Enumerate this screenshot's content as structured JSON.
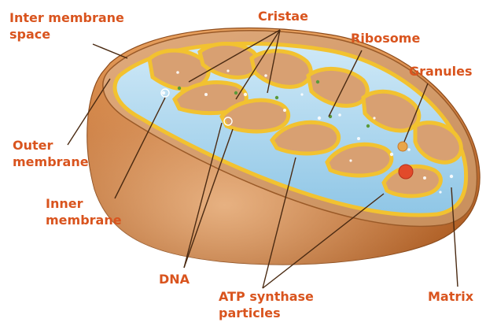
{
  "colors": {
    "label": "#d9541e",
    "leader_line": "#4a2a12",
    "outer_shell": "#c8773a",
    "inner_membrane": "#f2c230",
    "matrix": "#a9d6ee",
    "intermembrane": "#d8a072"
  },
  "labels": {
    "inter_membrane_space": [
      "Inter membrane",
      "space"
    ],
    "cristae": "Cristae",
    "ribosome": "Ribosome",
    "granules": "Granules",
    "outer_membrane": [
      "Outer",
      "membrane"
    ],
    "inner_membrane": [
      "Inner",
      "membrane"
    ],
    "dna": "DNA",
    "atp_synthase": [
      "ATP synthase",
      "particles"
    ],
    "matrix": "Matrix"
  }
}
